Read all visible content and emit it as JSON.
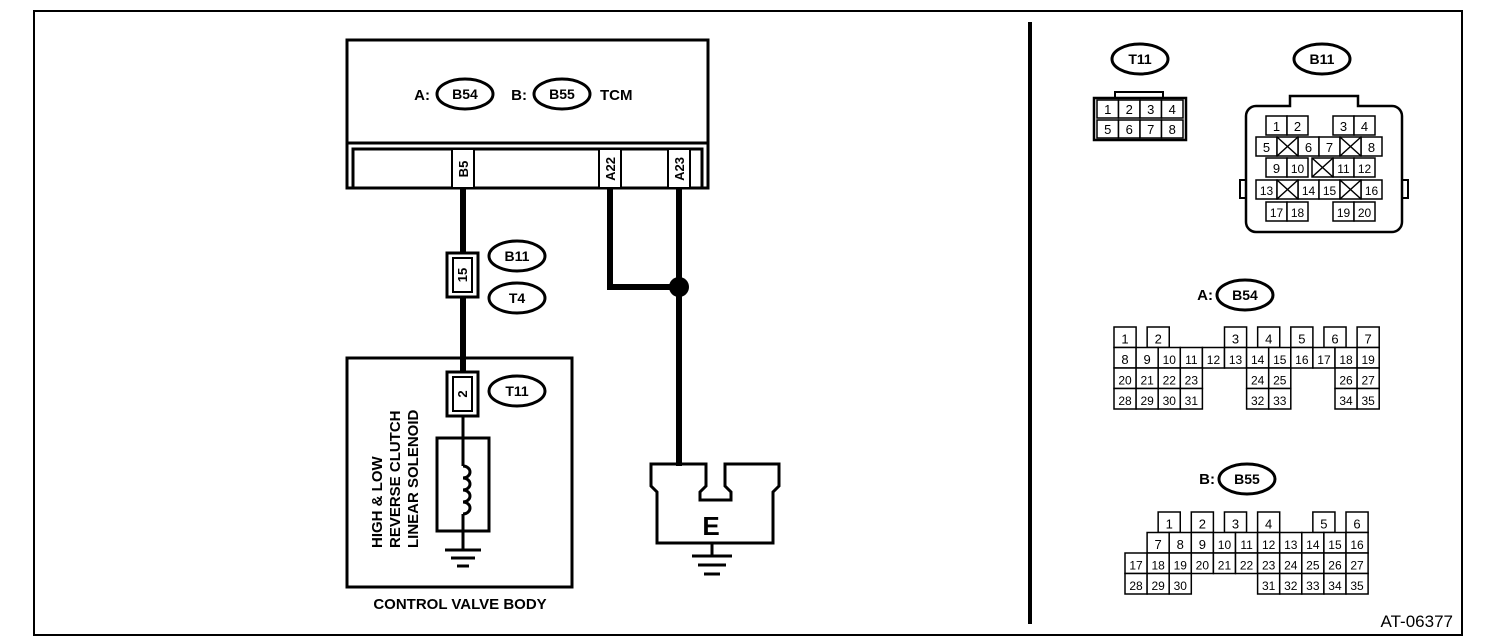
{
  "tcm": {
    "label": "TCM",
    "connector_a_prefix": "A:",
    "connector_a_tag": "B54",
    "connector_b_prefix": "B:",
    "connector_b_tag": "B55",
    "pins": [
      "B5",
      "A22",
      "A23"
    ]
  },
  "harness_connector": {
    "pin": "15",
    "tags": [
      "B11",
      "T4"
    ]
  },
  "solenoid_connector": {
    "pin": "2",
    "tag": "T11"
  },
  "solenoid_label": [
    "HIGH & LOW",
    "REVERSE CLUTCH",
    "LINEAR SOLENOID"
  ],
  "control_valve_body_label": "CONTROL VALVE BODY",
  "ground_label": "E",
  "figure_id": "AT-06377",
  "connector_views": {
    "t11": {
      "tag": "T11",
      "row1": [
        "1",
        "2",
        "3",
        "4"
      ],
      "row2": [
        "5",
        "6",
        "7",
        "8"
      ]
    },
    "b11": {
      "tag": "B11",
      "rows": [
        [
          "1",
          "2",
          "3",
          "4"
        ],
        [
          "5",
          "6",
          "7",
          "8"
        ],
        [
          "9",
          "10",
          "11",
          "12"
        ],
        [
          "13",
          "14",
          "15",
          "16"
        ],
        [
          "17",
          "18",
          "19",
          "20"
        ]
      ]
    },
    "b54": {
      "prefix": "A:",
      "tag": "B54",
      "rows": [
        [
          "1",
          "2",
          "3",
          "4",
          "5",
          "6",
          "7"
        ],
        [
          "8",
          "9",
          "10",
          "11",
          "12",
          "13",
          "14",
          "15",
          "16",
          "17",
          "18",
          "19"
        ],
        [
          "20",
          "21",
          "22",
          "23",
          "24",
          "25",
          "26",
          "27"
        ],
        [
          "28",
          "29",
          "30",
          "31",
          "32",
          "33",
          "34",
          "35"
        ]
      ]
    },
    "b55": {
      "prefix": "B:",
      "tag": "B55",
      "rows": [
        [
          "1",
          "2",
          "3",
          "4",
          "5",
          "6"
        ],
        [
          "7",
          "8",
          "9",
          "10",
          "11",
          "12",
          "13",
          "14",
          "15",
          "16"
        ],
        [
          "17",
          "18",
          "19",
          "20",
          "21",
          "22",
          "23",
          "24",
          "25",
          "26",
          "27"
        ],
        [
          "28",
          "29",
          "30",
          "31",
          "32",
          "33",
          "34",
          "35"
        ]
      ]
    }
  }
}
